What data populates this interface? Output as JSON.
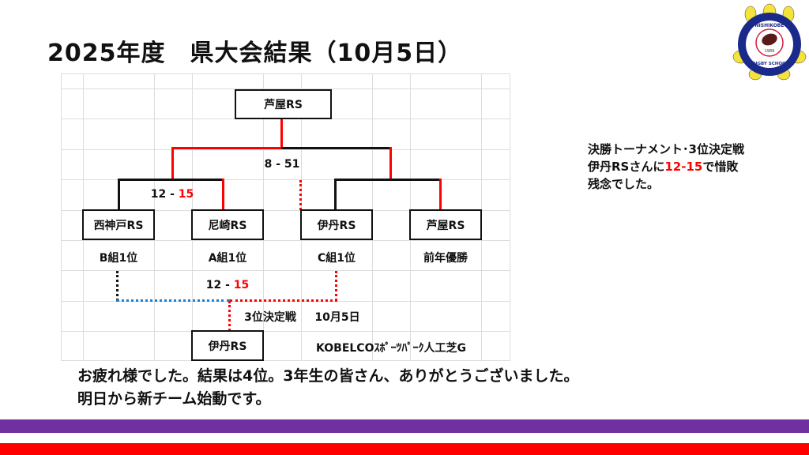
{
  "title": "2025年度　県大会結果（10月5日）",
  "logo": {
    "text_top": "NISHIKOBE",
    "text_bottom": "RUGBY SCHOOL",
    "year": "1989"
  },
  "bracket": {
    "final_winner": "芦屋RS",
    "final_score": "8 - 51",
    "semi1": {
      "score_left": "12 - ",
      "score_right": "15"
    },
    "teams": [
      {
        "name": "西神戸RS",
        "note": "B組1位"
      },
      {
        "name": "尼崎RS",
        "note": "A組1位"
      },
      {
        "name": "伊丹RS",
        "note": "C組1位"
      },
      {
        "name": "芦屋RS",
        "note": "前年優勝"
      }
    ],
    "third": {
      "score_left": "12 - ",
      "score_right": "15",
      "label": "3位決定戦",
      "date": "10月5日",
      "winner": "伊丹RS",
      "venue": "KOBELCOｽﾎﾟｰﾂﾊﾟｰｸ人工芝G"
    }
  },
  "note": {
    "line1": "決勝トーナメント･3位決定戦",
    "line2_a": "伊丹RSさんに",
    "line2_b": "12-15",
    "line2_c": "で惜敗",
    "line3": "残念でした。"
  },
  "message": {
    "line1": "お疲れ様でした。結果は4位。3年生の皆さん、ありがとうございました。",
    "line2": "明日から新チーム始動です。"
  },
  "colors": {
    "accent": "#ff0000",
    "purple": "#7030a0",
    "blue": "#1a7fd0"
  }
}
